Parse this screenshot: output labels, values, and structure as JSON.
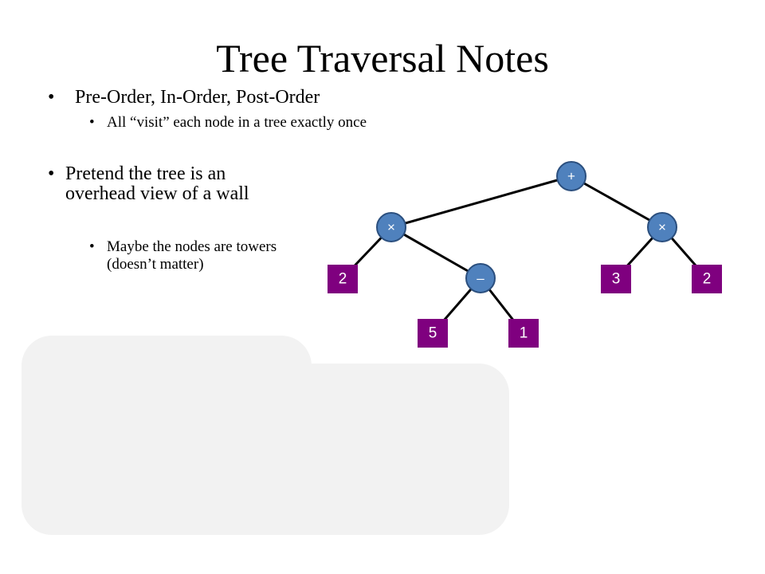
{
  "slide": {
    "title": "Tree Traversal Notes"
  },
  "bullets": [
    {
      "text": "Pre-Order, In-Order, Post-Order",
      "sub": "All “visit” each node in a tree exactly once"
    },
    {
      "text": "Pretend the tree is an overhead view of a wall",
      "sub": "Maybe the nodes are towers (doesn’t matter)"
    }
  ],
  "bullet_glyph": "•",
  "tree": {
    "root": {
      "label": "+"
    },
    "left_op": {
      "label": "×"
    },
    "right_op": {
      "label": "×"
    },
    "minus_op": {
      "label": "–"
    },
    "leaf_a": {
      "label": "2"
    },
    "leaf_b": {
      "label": "3"
    },
    "leaf_c": {
      "label": "2"
    },
    "leaf_d": {
      "label": "5"
    },
    "leaf_e": {
      "label": "1"
    },
    "colors": {
      "operator_fill": "#4f81bd",
      "leaf_fill": "#7f007f",
      "edge": "#000000"
    }
  }
}
